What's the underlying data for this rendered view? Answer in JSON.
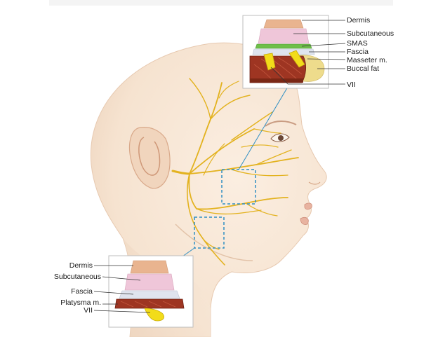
{
  "top_inset": {
    "labels": [
      "Dermis",
      "Subcutaneous",
      "SMAS",
      "Fascia",
      "Masseter m.",
      "Buccal fat",
      "VII"
    ]
  },
  "bottom_inset": {
    "labels": [
      "Dermis",
      "Subcutaneous",
      "Fascia",
      "Platysma m.",
      "VII"
    ]
  },
  "colors": {
    "skin": "#f6e3d0",
    "nerve": "#e3b21e",
    "dermis": "#e9b48f",
    "subcutaneous": "#efc6d9",
    "smas": "#6fbf4a",
    "fascia": "#dfe4ee",
    "muscle": "#9e3522",
    "buccal_fat": "#eedc8c",
    "nerve_inset": "#f2dc1a",
    "callout": "#2f8fc4"
  }
}
